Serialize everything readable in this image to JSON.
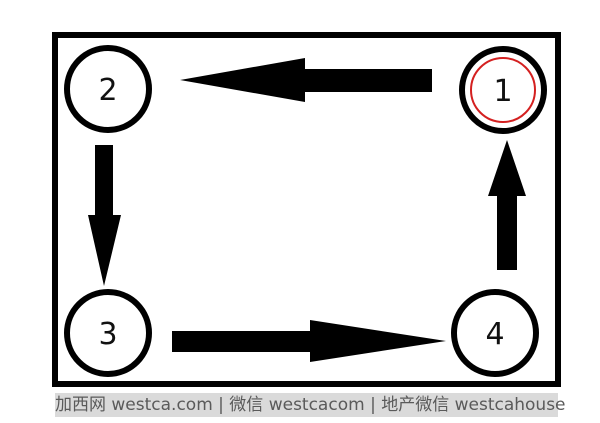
{
  "nodes": [
    {
      "label": "1",
      "highlighted": true
    },
    {
      "label": "2",
      "highlighted": false
    },
    {
      "label": "3",
      "highlighted": false
    },
    {
      "label": "4",
      "highlighted": false
    }
  ],
  "edges": [
    {
      "from": "1",
      "to": "2"
    },
    {
      "from": "2",
      "to": "3"
    },
    {
      "from": "3",
      "to": "4"
    },
    {
      "from": "4",
      "to": "1"
    }
  ],
  "colors": {
    "stroke": "#000000",
    "highlight": "#d42020"
  },
  "watermark": "加西网 westca.com | 微信 westcacom | 地产微信 westcahouse"
}
